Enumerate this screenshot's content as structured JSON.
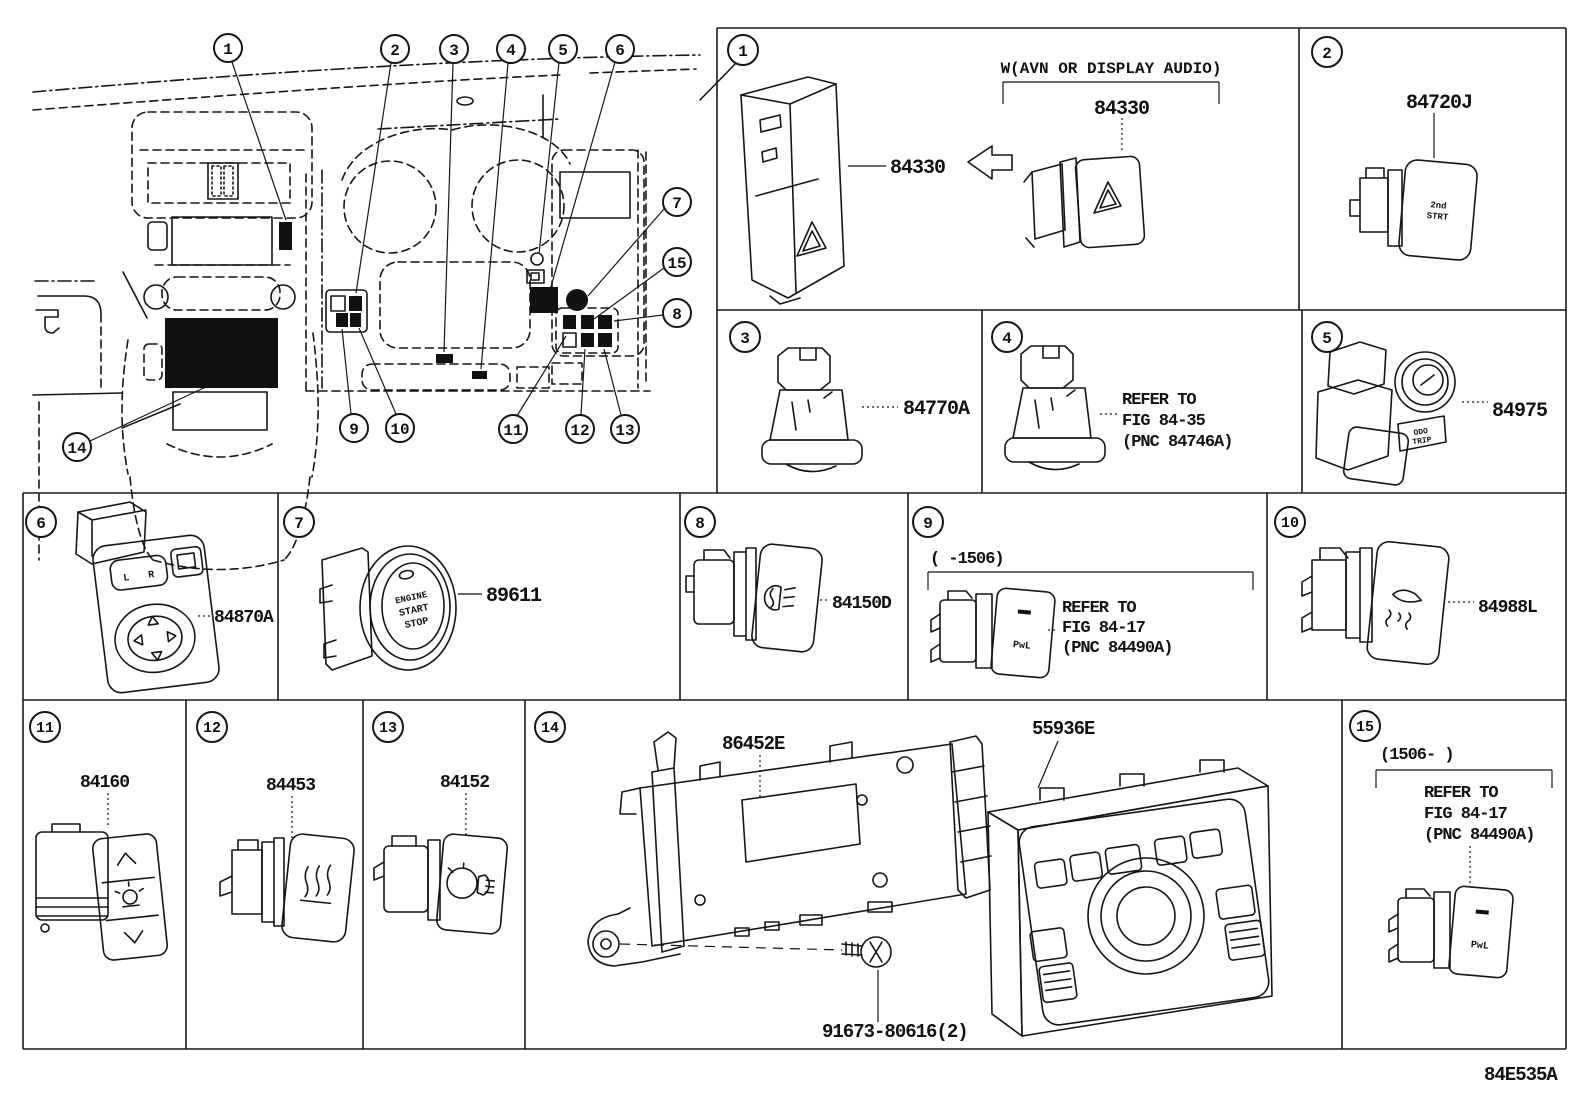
{
  "figure": {
    "code": "84E535A"
  },
  "dashboard": {
    "callouts": [
      "1",
      "2",
      "3",
      "4",
      "5",
      "6",
      "7",
      "8",
      "9",
      "10",
      "11",
      "12",
      "13",
      "14",
      "15"
    ]
  },
  "cells": {
    "c1": {
      "num": "1",
      "header": "W(AVN OR DISPLAY AUDIO)",
      "part_main": "84330",
      "part_avn": "84330"
    },
    "c2": {
      "num": "2",
      "part": "84720J",
      "face_line1": "2nd",
      "face_line2": "STRT"
    },
    "c3": {
      "num": "3",
      "part": "84770A"
    },
    "c4": {
      "num": "4",
      "ref_line1": "REFER TO",
      "ref_line2": "FIG 84-35",
      "ref_line3": "(PNC 84746A)"
    },
    "c5": {
      "num": "5",
      "part": "84975",
      "face_line1": "ODO",
      "face_line2": "TRIP"
    },
    "c6": {
      "num": "6",
      "part": "84870A",
      "face_left": "L",
      "face_right": "R"
    },
    "c7": {
      "num": "7",
      "part": "89611",
      "face_line1": "ENGINE",
      "face_line2": "START",
      "face_line3": "STOP"
    },
    "c8": {
      "num": "8",
      "part": "84150D"
    },
    "c9": {
      "num": "9",
      "date_range": "(   -1506)",
      "ref_line1": "REFER TO",
      "ref_line2": "FIG 84-17",
      "ref_line3": "(PNC 84490A)",
      "face": "PwL"
    },
    "c10": {
      "num": "10",
      "part": "84988L"
    },
    "c11": {
      "num": "11",
      "part": "84160"
    },
    "c12": {
      "num": "12",
      "part": "84453"
    },
    "c13": {
      "num": "13",
      "part": "84152"
    },
    "c14": {
      "num": "14",
      "part_bracket": "86452E",
      "part_panel": "55936E",
      "part_screws": "91673-80616(2)"
    },
    "c15": {
      "num": "15",
      "date_range": "(1506-     )",
      "ref_line1": "REFER TO",
      "ref_line2": "FIG 84-17",
      "ref_line3": "(PNC 84490A)",
      "face": "PwL"
    }
  }
}
